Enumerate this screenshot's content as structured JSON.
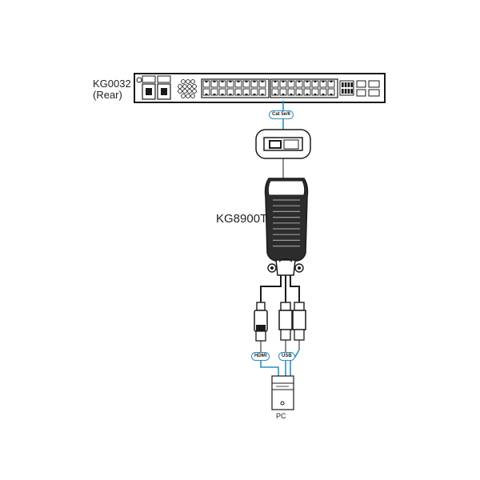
{
  "labels": {
    "kvm_name": "KG0032",
    "kvm_side": "(Rear)",
    "adapter_name": "KG8900T",
    "pc": "PC"
  },
  "tags": {
    "cat": "Cat 5e/6",
    "hdmi": "HDMI",
    "usb": "USB"
  },
  "colors": {
    "line": "#1a1a1a",
    "cable_blue": "#2a8fc4"
  }
}
